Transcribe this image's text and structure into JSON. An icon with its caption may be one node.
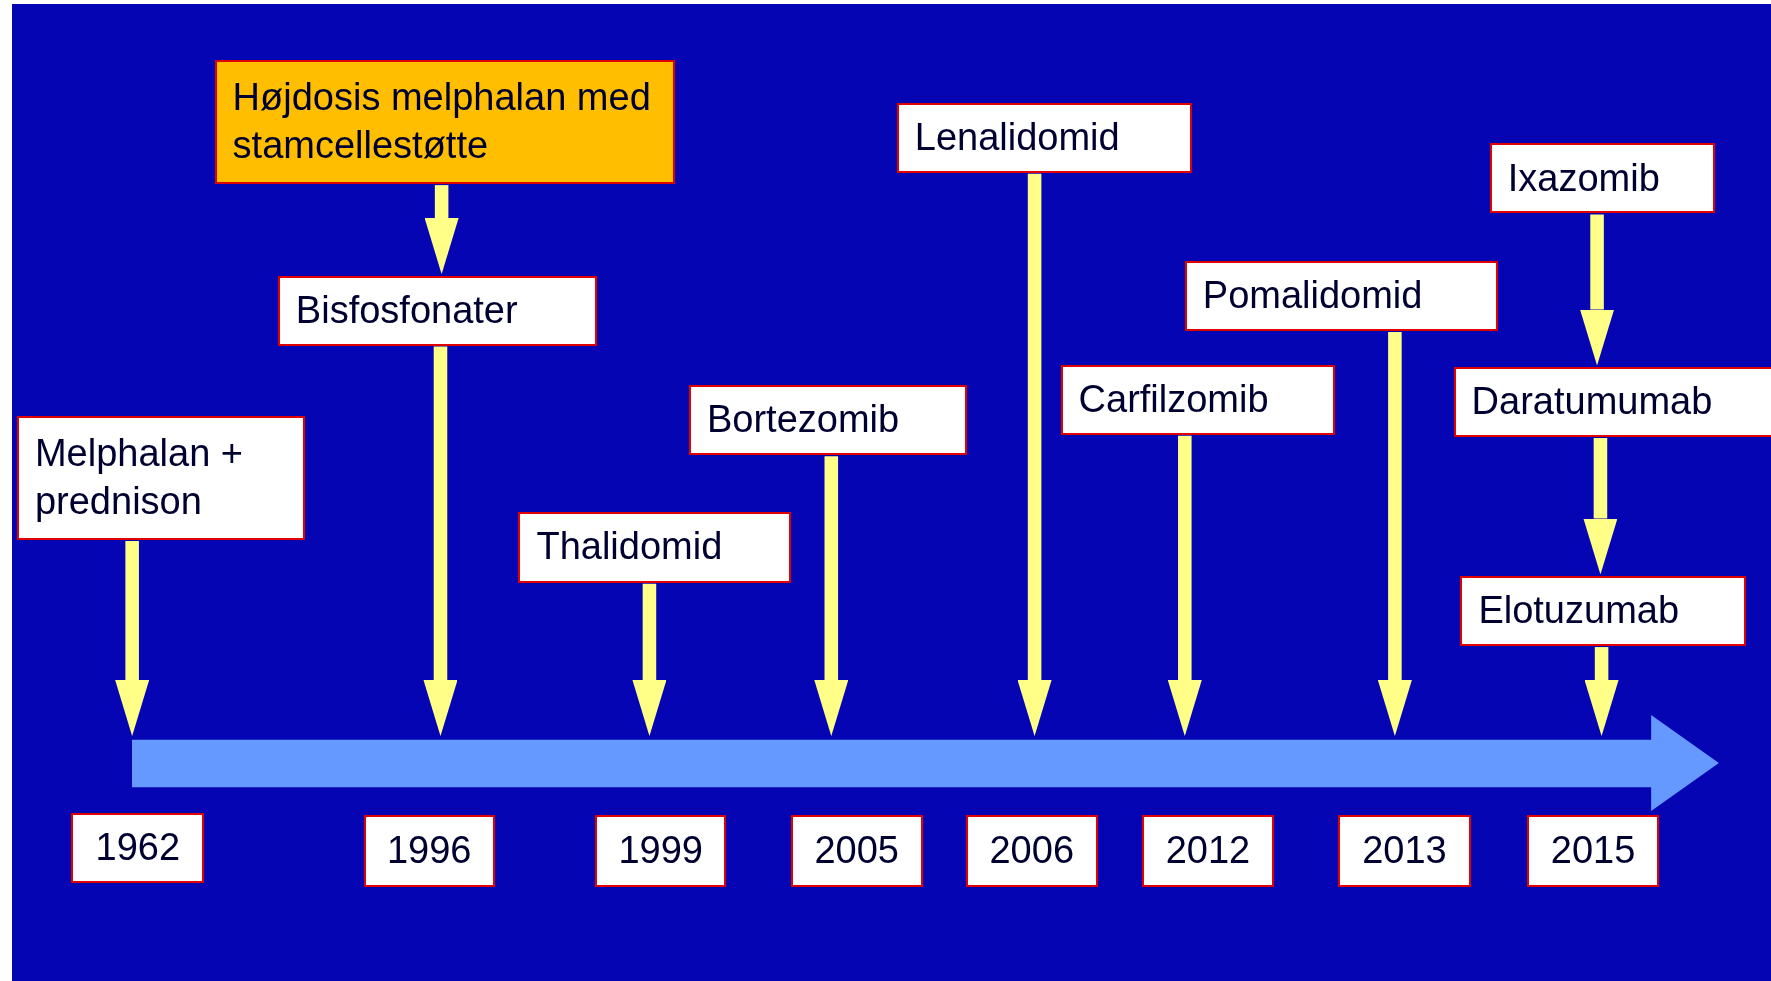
{
  "diagram": {
    "nodes": [
      {
        "text": [
          "Højdosis melphalan med stamcellestøtte"
        ]
      },
      {
        "text": [
          "Bisfosfonater"
        ]
      },
      {
        "text": [
          "Melphalan + prednison"
        ]
      },
      {
        "text": [
          "Thalidomid"
        ]
      },
      {
        "text": [
          "Bortezomib"
        ]
      },
      {
        "text": [
          "Lenalidomid"
        ]
      },
      {
        "text": [
          "Carfilzomib"
        ]
      },
      {
        "text": [
          "Pomalidomid"
        ]
      },
      {
        "text": [
          "Ixazomib"
        ]
      },
      {
        "text": [
          "Daratumumab"
        ]
      },
      {
        "text": [
          "Elotuzumab"
        ]
      },
      {
        "text": [],
        "shape": "arrow"
      },
      {
        "text": [
          "1962"
        ]
      },
      {
        "text": [
          "1996"
        ]
      },
      {
        "text": [
          "1999"
        ]
      },
      {
        "text": [
          "2005"
        ]
      },
      {
        "text": [
          "2006"
        ]
      },
      {
        "text": [
          "2012"
        ]
      },
      {
        "text": [
          "2013"
        ]
      },
      {
        "text": [
          "2015"
        ]
      }
    ],
    "edges": [
      {
        "from": 0,
        "to": 1,
        "arrow": "to"
      },
      {
        "from": 1,
        "to": 11,
        "arrow": "to"
      },
      {
        "from": 2,
        "to": 11,
        "arrow": "to"
      },
      {
        "from": 3,
        "to": 11,
        "arrow": "to"
      },
      {
        "from": 4,
        "to": 11,
        "arrow": "to"
      },
      {
        "from": 5,
        "to": 11,
        "arrow": "to"
      },
      {
        "from": 6,
        "to": 11,
        "arrow": "to"
      },
      {
        "from": 7,
        "to": 11,
        "arrow": "to"
      },
      {
        "from": 8,
        "to": 9,
        "arrow": "to"
      },
      {
        "from": 9,
        "to": 10,
        "arrow": "to"
      },
      {
        "from": 10,
        "to": 11,
        "arrow": "to"
      }
    ]
  }
}
